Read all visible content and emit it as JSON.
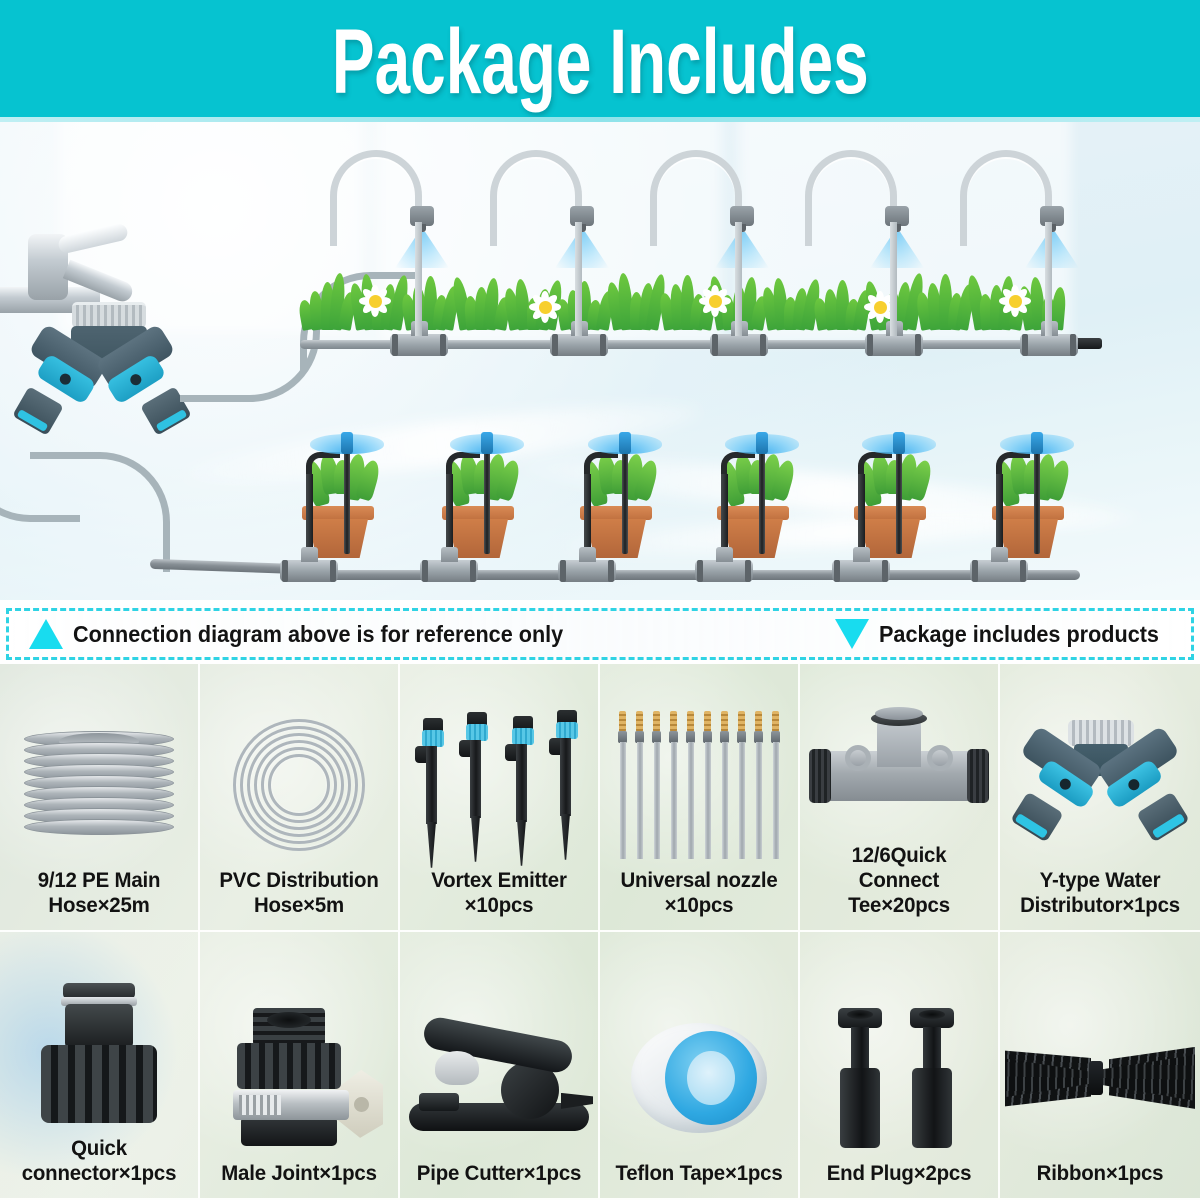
{
  "banner": {
    "title": "Package Includes",
    "bg_color": "#06C3D0",
    "text_color": "#FFFFFF"
  },
  "diagram": {
    "name": "irrigation-connection-diagram",
    "accent_color": "#18DCEF",
    "misting_branch_count": 5,
    "potted_plant_count": 6,
    "tee_count_top": 5,
    "tee_count_bottom": 6
  },
  "notice": {
    "left_icon": "triangle-up-icon",
    "left_text": "Connection diagram above is for reference only",
    "right_icon": "triangle-down-icon",
    "right_text": "Package includes products",
    "border_color": "#2FD3E4"
  },
  "products": [
    {
      "id": "pe-main-hose",
      "art": "coil-hose",
      "label": "9/12 PE Main\nHose×25m",
      "line1": "9/12 PE Main",
      "line2": "Hose×25m"
    },
    {
      "id": "pvc-distribution-hose",
      "art": "flat-coil",
      "label": "PVC Distribution\nHose×5m",
      "line1": "PVC Distribution",
      "line2": "Hose×5m"
    },
    {
      "id": "vortex-emitter",
      "art": "emitters",
      "label": "Vortex  Emitter\n×10pcs",
      "line1": "Vortex  Emitter",
      "line2": "×10pcs"
    },
    {
      "id": "universal-nozzle",
      "art": "nozzles",
      "label": "Universal nozzle\n×10pcs",
      "line1": "Universal nozzle",
      "line2": "×10pcs"
    },
    {
      "id": "quick-connect-tee",
      "art": "tee",
      "label": "12/6Quick Connect\nTee×20pcs",
      "line1": "12/6Quick Connect",
      "line2": "Tee×20pcs"
    },
    {
      "id": "y-type-distributor",
      "art": "ysplit",
      "label": "Y-type Water\nDistributor×1pcs",
      "line1": "Y-type Water",
      "line2": "Distributor×1pcs"
    },
    {
      "id": "quick-connector",
      "art": "qconn",
      "label": "Quick\nconnector×1pcs",
      "line1": "Quick",
      "line2": "connector×1pcs"
    },
    {
      "id": "male-joint",
      "art": "mjoint",
      "label": "Male Joint×1pcs",
      "line1": "Male Joint×1pcs",
      "line2": ""
    },
    {
      "id": "pipe-cutter",
      "art": "cutter",
      "label": "Pipe Cutter×1pcs",
      "line1": "Pipe Cutter×1pcs",
      "line2": ""
    },
    {
      "id": "teflon-tape",
      "art": "teflon",
      "label": "Teflon Tape×1pcs",
      "line1": "Teflon Tape×1pcs",
      "line2": ""
    },
    {
      "id": "end-plug",
      "art": "plugs",
      "label": "End Plug×2pcs",
      "line1": "End Plug×2pcs",
      "line2": ""
    },
    {
      "id": "ribbon",
      "art": "ties",
      "label": "Ribbon×1pcs",
      "line1": "Ribbon×1pcs",
      "line2": ""
    }
  ]
}
